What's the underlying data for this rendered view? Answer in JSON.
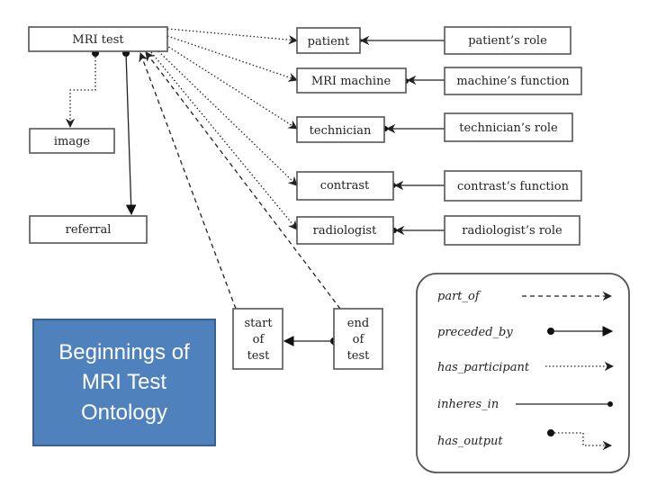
{
  "title_box": {
    "text": "Beginnings of\nMRI Test\nOntology"
  },
  "nodes": {
    "mri_test": "MRI test",
    "image": "image",
    "referral": "referral",
    "patient": "patient",
    "mri_machine": "MRI machine",
    "technician": "technician",
    "contrast": "contrast",
    "radiologist": "radiologist",
    "patients_role": "patient’s role",
    "machines_function": "machine’s function",
    "technicians_role": "technician’s role",
    "contrasts_function": "contrast’s function",
    "radiologists_role": "radiologist’s role",
    "start_of_test": [
      "start",
      "of",
      "test"
    ],
    "end_of_test": [
      "end",
      "of",
      "test"
    ]
  },
  "legend": {
    "items": [
      "part_of",
      "preceded_by",
      "has_participant",
      "inheres_in",
      "has_output"
    ]
  },
  "colors": {
    "title_fill": "#4f81bd",
    "title_text": "#ffffff",
    "edge": "#222222",
    "box_border": "#555555"
  }
}
